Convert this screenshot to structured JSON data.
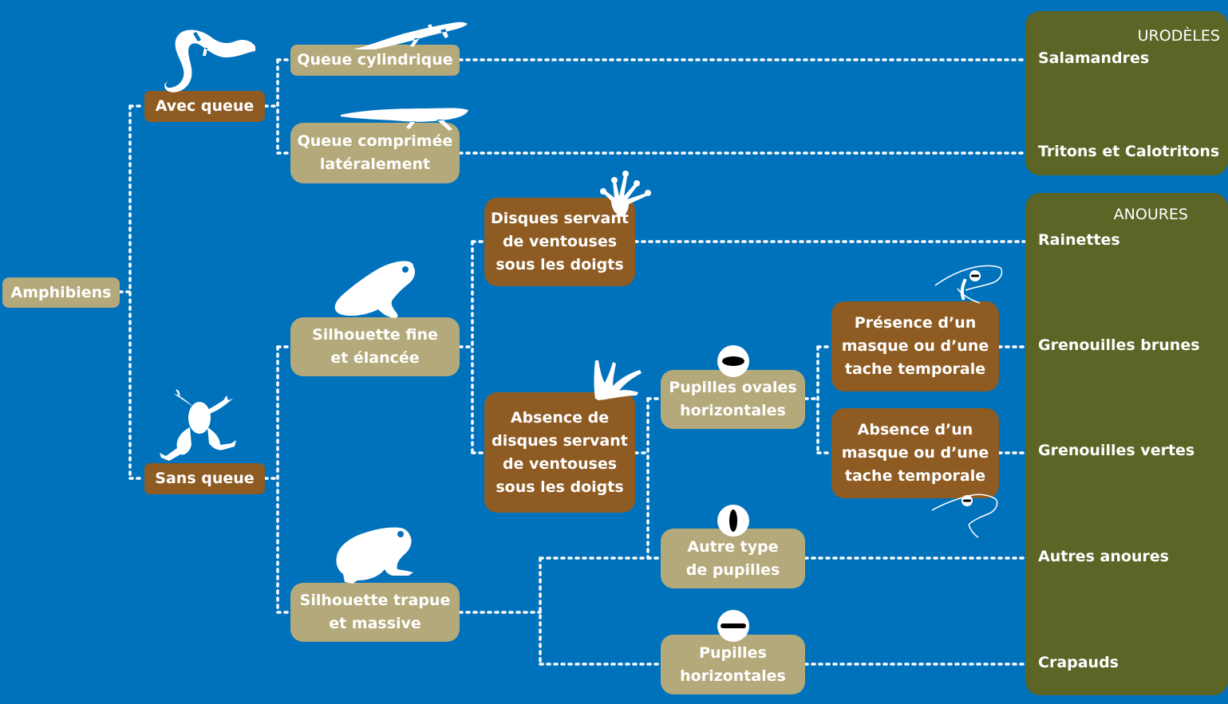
{
  "root": "Amphibiens",
  "tail_split": {
    "with_tail": "Avec queue",
    "without_tail": "Sans queue"
  },
  "urodeles": {
    "cylindrical": "Queue cylindrique",
    "compressed": [
      "Queue comprimée",
      "latéralement"
    ]
  },
  "anoures": {
    "slender": [
      "Silhouette fine",
      "et élancée"
    ],
    "stocky": [
      "Silhouette trapue",
      "et massive"
    ],
    "discs": [
      "Disques servant",
      "de ventouses",
      "sous les doigts"
    ],
    "no_discs": [
      "Absence de",
      "disques servant",
      "de ventouses",
      "sous les doigts"
    ],
    "oval_pupils": [
      "Pupilles ovales",
      "horizontales"
    ],
    "other_pupils": [
      "Autre type",
      "de pupilles"
    ],
    "horizontal_pupils": [
      "Pupilles",
      "horizontales"
    ],
    "mask_present": [
      "Présence d’un",
      "masque ou d’une",
      "tache temporale"
    ],
    "mask_absent": [
      "Absence d’un",
      "masque ou d’une",
      "tache temporale"
    ]
  },
  "results": {
    "urodeles_title": "URODÈLES",
    "salamandres": "Salamandres",
    "tritons": "Tritons et Calotritons",
    "anoures_title": "ANOURES",
    "rainettes": "Rainettes",
    "grenouilles_brunes": "Grenouilles brunes",
    "grenouilles_vertes": "Grenouilles vertes",
    "autres_anoures": "Autres anoures",
    "crapauds": "Crapauds"
  },
  "colors": {
    "background": "#0072bc",
    "beige_box": "#b4a97a",
    "brown_box": "#8e5b22",
    "result_panel": "#5c6426",
    "connector": "#ffffff"
  },
  "icons": [
    "salamander-icon",
    "lizard-salamander-icon",
    "newt-icon",
    "tree-frog-icon",
    "toe-pad-foot-icon",
    "webbed-foot-icon",
    "frog-top-view-icon",
    "toad-icon",
    "oval-pupil-icon",
    "vertical-pupil-icon",
    "horizontal-pupil-icon",
    "frog-head-mask-icon",
    "frog-head-no-mask-icon"
  ]
}
